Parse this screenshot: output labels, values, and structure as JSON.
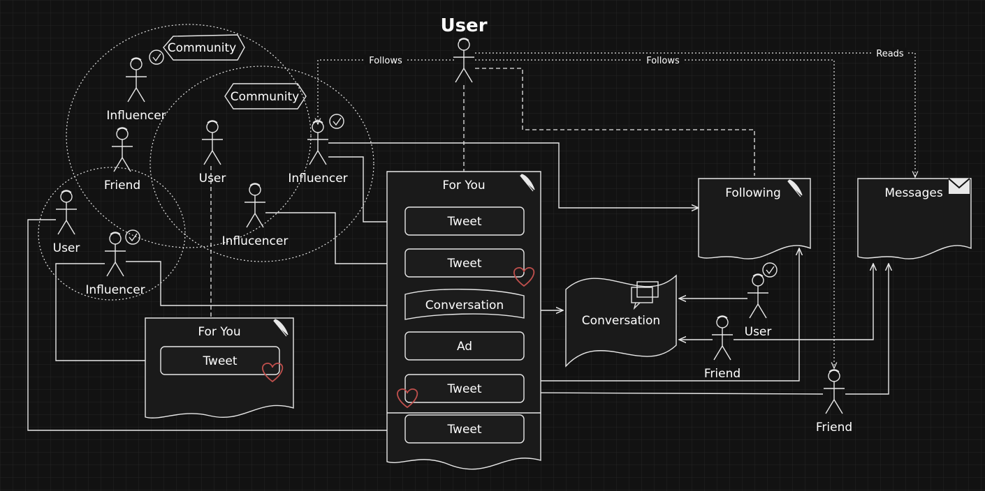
{
  "title": "User",
  "communities": [
    {
      "label": "Community"
    },
    {
      "label": "Community"
    }
  ],
  "actors": {
    "top_user": "User",
    "c1_influencer": "Influencer",
    "c1_friend": "Friend",
    "c2_user": "User",
    "c2_influencer": "Influencer",
    "c2_influcencer": "Influcencer",
    "c3_user": "User",
    "c3_influencer": "Influencer",
    "right_user": "User",
    "right_friend": "Friend",
    "far_friend": "Friend"
  },
  "edges": {
    "follows_left": "Follows",
    "follows_right": "Follows",
    "reads": "Reads"
  },
  "main_feed": {
    "title": "For You",
    "items": [
      "Tweet",
      "Tweet",
      "Conversation",
      "Ad",
      "Tweet",
      "Tweet"
    ]
  },
  "small_feed": {
    "title": "For You",
    "items": [
      "Tweet"
    ]
  },
  "following": {
    "title": "Following"
  },
  "messages": {
    "title": "Messages"
  },
  "conversation": {
    "title": "Conversation"
  },
  "colors": {
    "background": "#121212",
    "stroke": "#e8e8e8",
    "heart": "#c0504d",
    "grid": "#262626"
  }
}
